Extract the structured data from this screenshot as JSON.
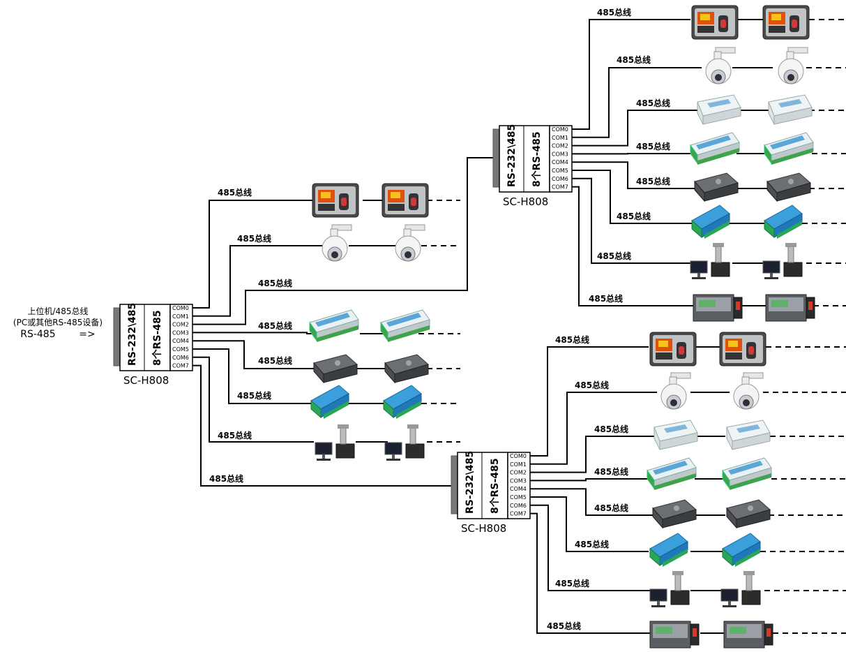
{
  "host": {
    "line1": "上位机/485总线",
    "line2": "(PC或其他RS-485设备)",
    "line3": "RS-485",
    "arrow": "=>"
  },
  "hub": {
    "left_text": "RS-232\\485",
    "right_text": "8个RS-485",
    "name": "SC-H808",
    "ports": [
      "COM0",
      "COM1",
      "COM2",
      "COM3",
      "COM4",
      "COM5",
      "COM6",
      "COM7"
    ]
  },
  "bus_label": "485总线",
  "device_names": {
    "fingerprint": "fingerprint-terminal",
    "dome": "dome-camera",
    "module_white": "converter-module",
    "io_module": "io-module",
    "meter_gray": "gray-meter",
    "blue_module": "blue-module",
    "workstation": "computer-workstation",
    "controller": "panel-controller"
  }
}
